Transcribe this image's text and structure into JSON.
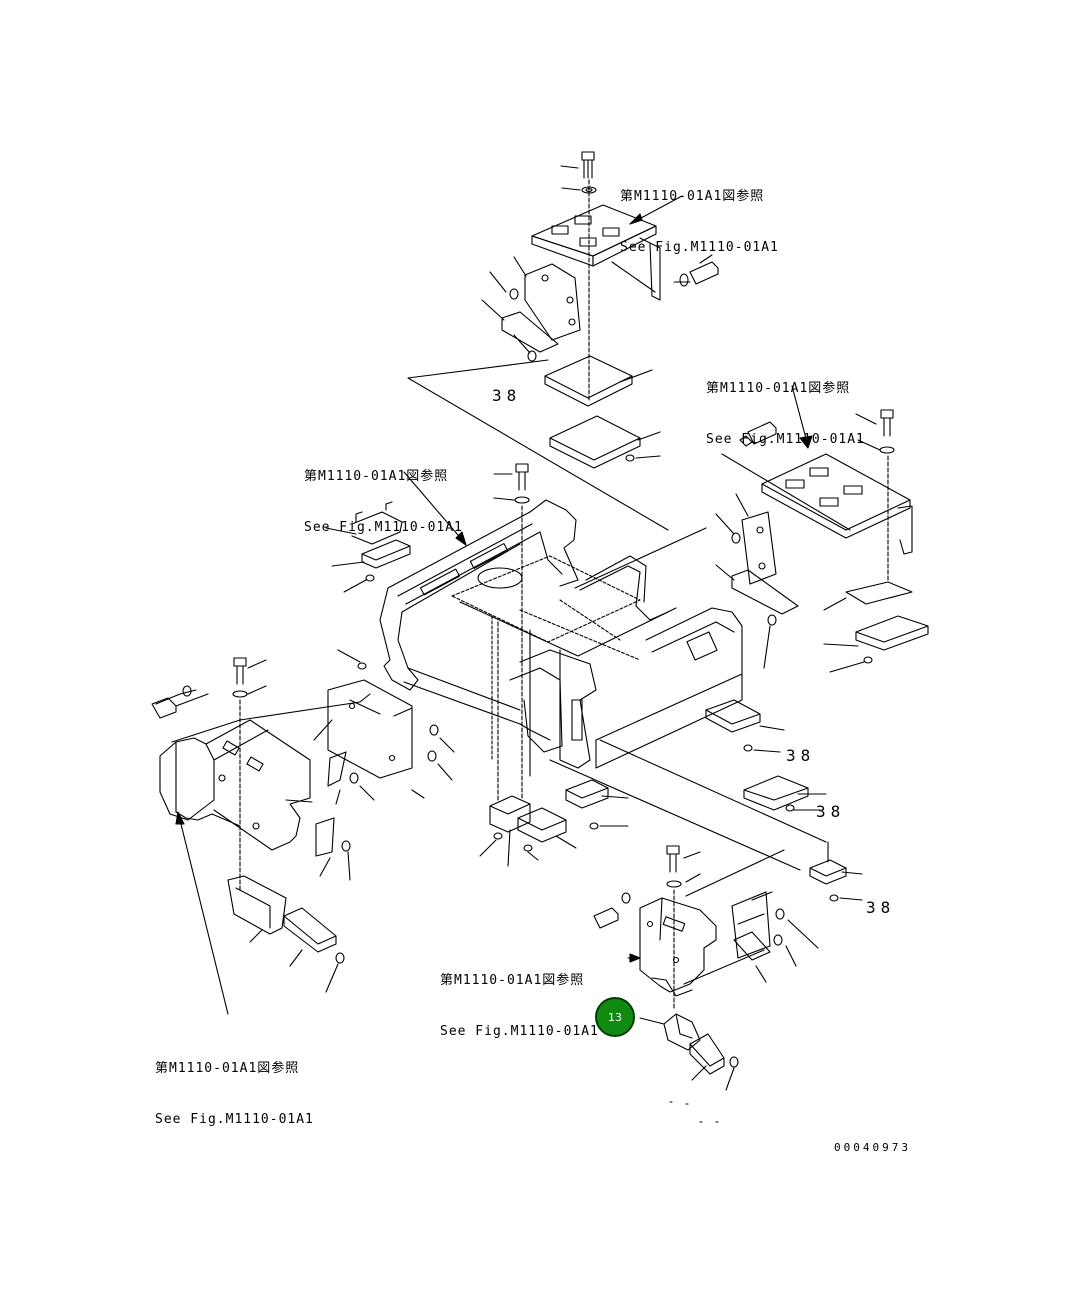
{
  "references": [
    {
      "jp": "第M1110-01A1図参照",
      "en": "See Fig.M1110-01A1"
    },
    {
      "jp": "第M1110-01A1図参照",
      "en": "See Fig.M1110-01A1"
    },
    {
      "jp": "第M1110-01A1図参照",
      "en": "See Fig.M1110-01A1"
    },
    {
      "jp": "第M1110-01A1図参照",
      "en": "See Fig.M1110-01A1"
    },
    {
      "jp": "第M1110-01A1図参照",
      "en": "See Fig.M1110-01A1"
    }
  ],
  "part_numbers": [
    "38",
    "38",
    "38",
    "38"
  ],
  "callout": {
    "label": "13",
    "color": "#108a10"
  },
  "drawing_code": "00040973"
}
